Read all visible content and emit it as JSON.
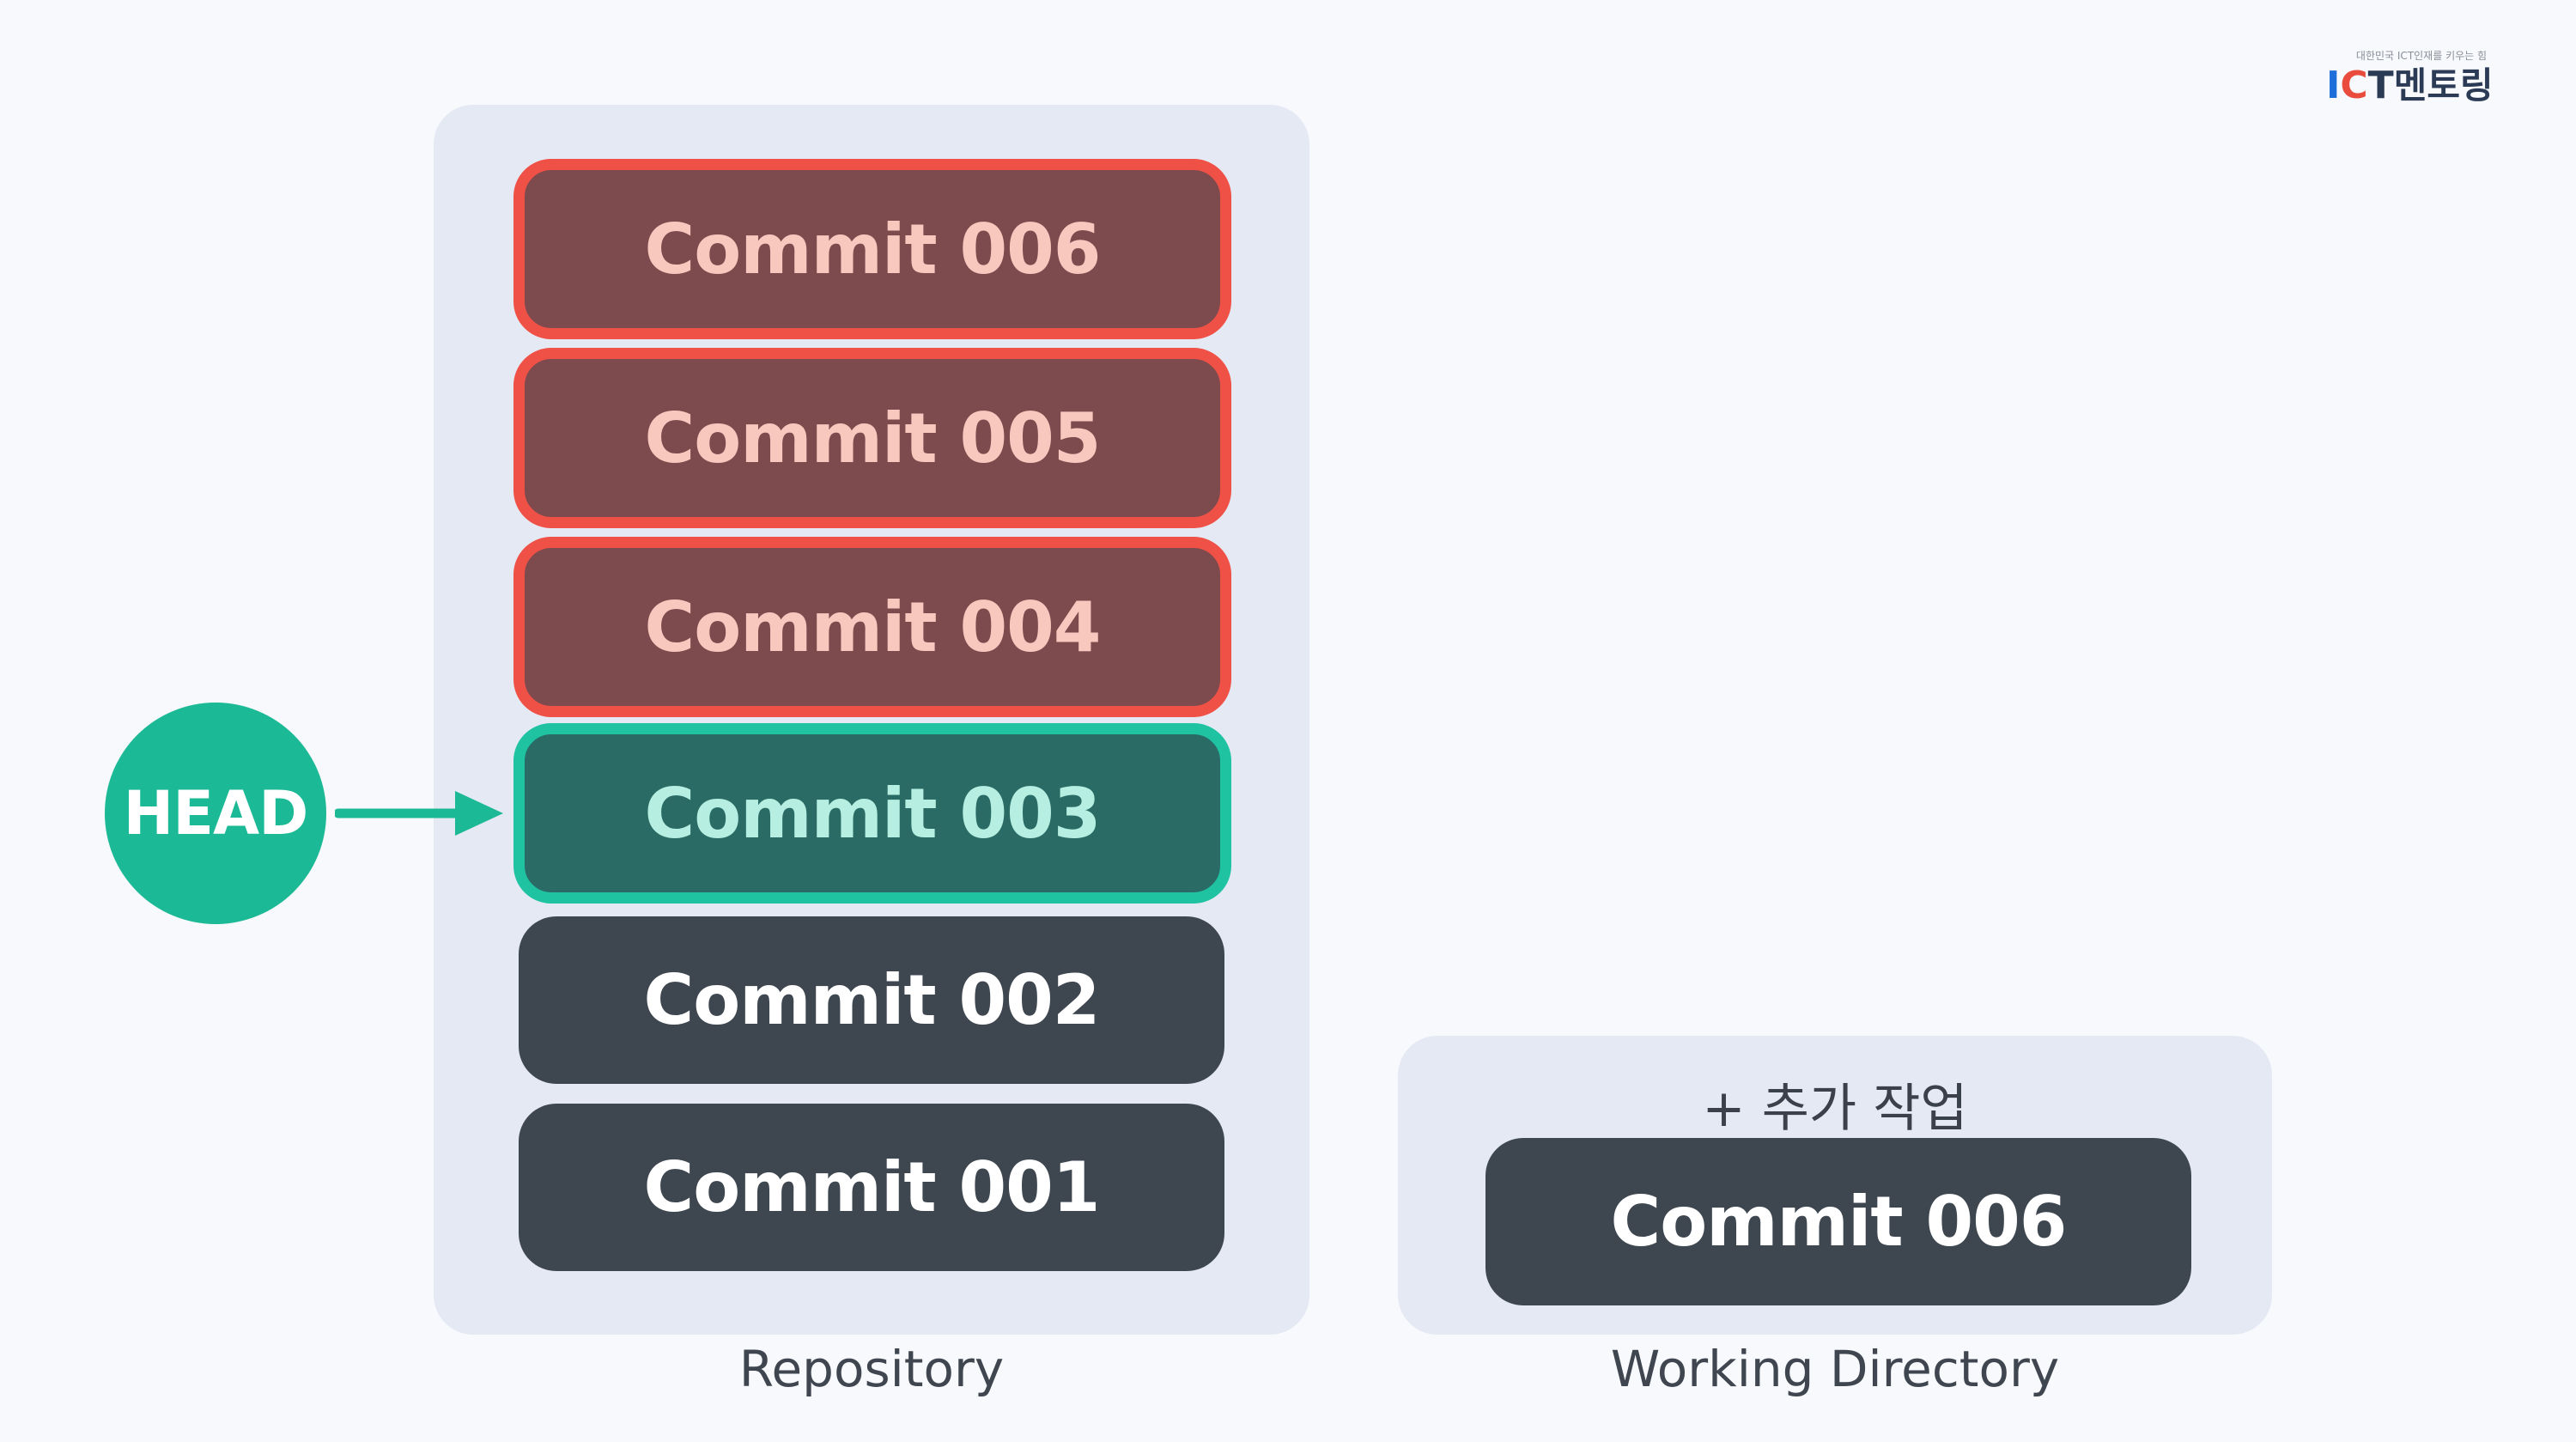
{
  "logo": {
    "tagline": "대한민국 ICT인재를 키우는 힘",
    "ict_i": "I",
    "ict_c": "C",
    "ict_t": "T",
    "ko": "멘토링"
  },
  "head": {
    "label": "HEAD"
  },
  "repository": {
    "caption": "Repository",
    "commits": [
      {
        "label": "Commit 006",
        "state": "removed"
      },
      {
        "label": "Commit 005",
        "state": "removed"
      },
      {
        "label": "Commit 004",
        "state": "removed"
      },
      {
        "label": "Commit 003",
        "state": "head"
      },
      {
        "label": "Commit 002",
        "state": "normal"
      },
      {
        "label": "Commit 001",
        "state": "normal"
      }
    ]
  },
  "working_directory": {
    "caption": "Working Directory",
    "note": "+ 추가 작업",
    "commit": {
      "label": "Commit 006",
      "state": "normal"
    }
  },
  "colors": {
    "removed_border": "#ef5146",
    "removed_fill": "#7d4a4d",
    "head_border": "#1fc3a2",
    "head_fill": "#2a6b66",
    "normal_fill": "#3e4650",
    "head_circle": "#1bb995"
  }
}
